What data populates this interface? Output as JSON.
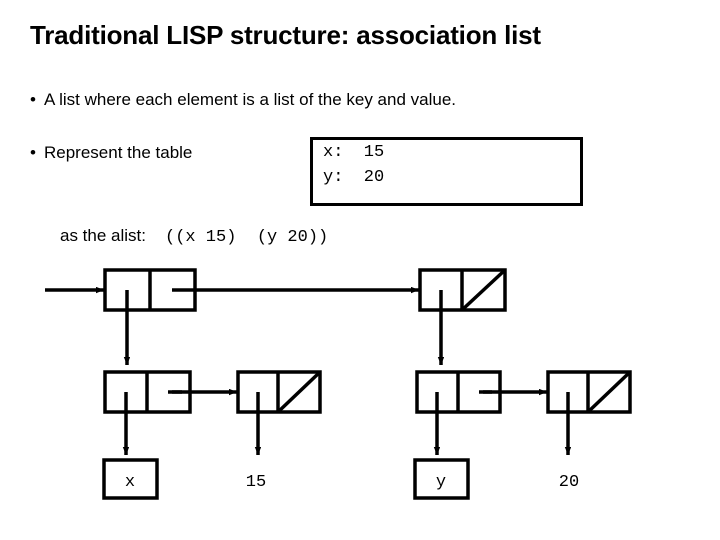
{
  "slide": {
    "title": "Traditional LISP structure: association list",
    "bullets": [
      {
        "marker": "•",
        "text": "A list where each element is a list of the key and value."
      },
      {
        "marker": "•",
        "text": "Represent the table"
      }
    ],
    "alist": {
      "label": "as the alist:",
      "code": "((x 15)  (y 20))"
    },
    "table": {
      "rows": [
        "x:  15",
        "y:  20"
      ]
    },
    "diagram": {
      "entry_arrow_label": "",
      "labels": {
        "car1": "x",
        "val1": "15",
        "car2": "y",
        "val2": "20"
      }
    },
    "colors": {
      "ink": "#000000",
      "background": "#ffffff"
    }
  }
}
